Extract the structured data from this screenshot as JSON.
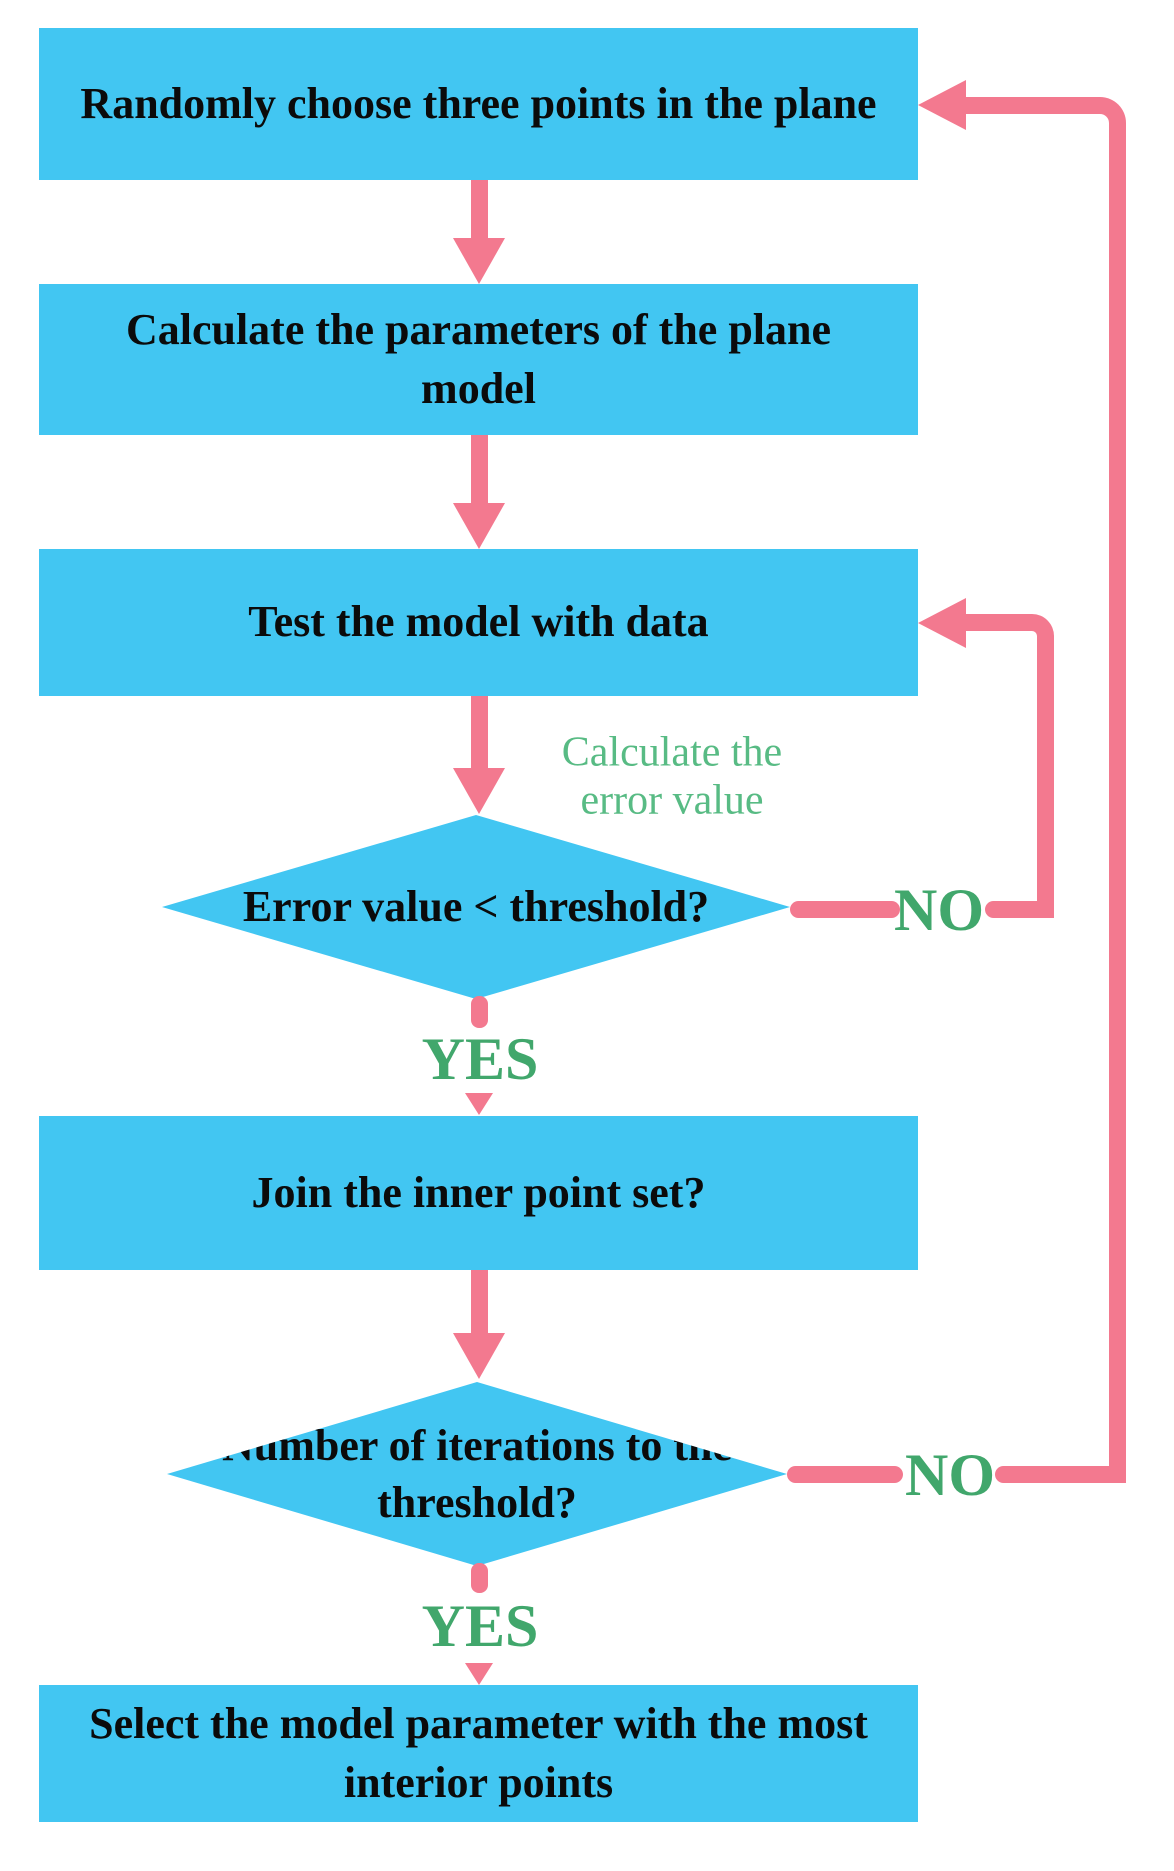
{
  "flowchart": {
    "nodes": [
      {
        "id": "process-1",
        "type": "process",
        "lines": [
          "Randomly choose three points in the plane"
        ]
      },
      {
        "id": "process-2",
        "type": "process",
        "lines": [
          "Calculate the parameters of the plane",
          "model"
        ]
      },
      {
        "id": "process-3",
        "type": "process",
        "lines": [
          "Test the model with data"
        ]
      },
      {
        "id": "decision-1",
        "type": "decision",
        "lines": [
          "Error value < threshold?"
        ]
      },
      {
        "id": "process-4",
        "type": "process",
        "lines": [
          "Join the inner point set?"
        ]
      },
      {
        "id": "decision-2",
        "type": "decision",
        "lines": [
          "Number of iterations to the",
          "threshold?"
        ]
      },
      {
        "id": "process-5",
        "type": "process",
        "lines": [
          "Select the model parameter with the most",
          "interior points"
        ]
      }
    ],
    "edge_labels": {
      "calculate_error": {
        "lines": [
          "Calculate the",
          "error value"
        ]
      },
      "decision1_yes": "YES",
      "decision1_no": "NO",
      "decision2_yes": "YES",
      "decision2_no": "NO"
    },
    "colors": {
      "node_fill": "#42c6f2",
      "arrow_pink": "#f3798f",
      "edge_label_green": "#58bb84",
      "decision_label_green": "#41a76c",
      "text_black": "#0b0b0b",
      "background": "#ffffff"
    }
  }
}
